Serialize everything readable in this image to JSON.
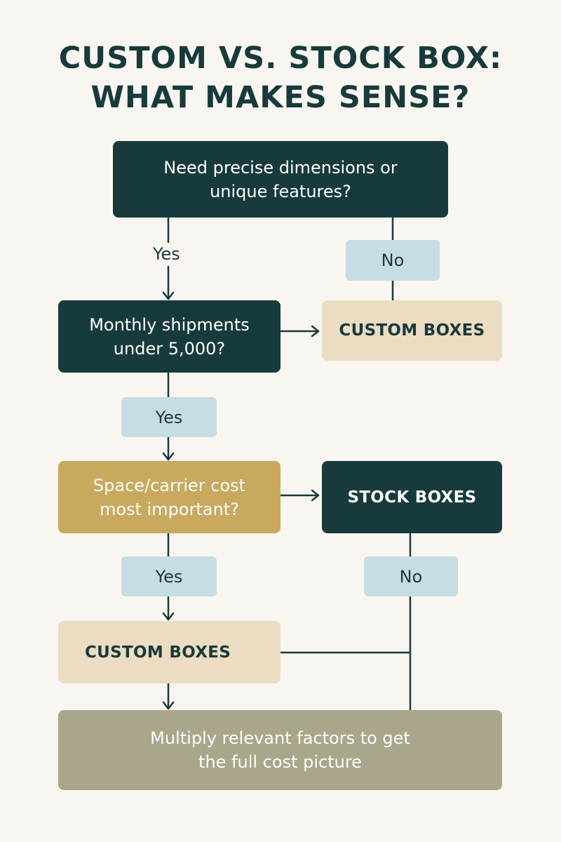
{
  "title": {
    "line1": "CUSTOM VS. STOCK BOX:",
    "line2": "WHAT MAKES SENSE?"
  },
  "nodes": {
    "q1": {
      "line1": "Need precise dimensions or",
      "line2": "unique features?"
    },
    "q2": {
      "line1": "Monthly shipments",
      "line2": "under 5,000?"
    },
    "q3": {
      "line1": "Space/carrier cost",
      "line2": "most important?"
    },
    "custom_boxes_1": "CUSTOM BOXES",
    "stock_boxes": "STOCK BOXES",
    "custom_boxes_2": "CUSTOM BOXES",
    "final": {
      "line1": "Multiply relevant factors to get",
      "line2": "the full cost picture"
    }
  },
  "labels": {
    "yes_1": "Yes",
    "no_1": "No",
    "yes_2": "Yes",
    "yes_3": "Yes",
    "no_2": "No"
  },
  "colors": {
    "dark_teal": "#173a3c",
    "cream": "#ecdcc1",
    "gold": "#c9a95e",
    "olive": "#aaa68b",
    "light_blue": "#c6dde3",
    "background": "#f9f6f1"
  }
}
